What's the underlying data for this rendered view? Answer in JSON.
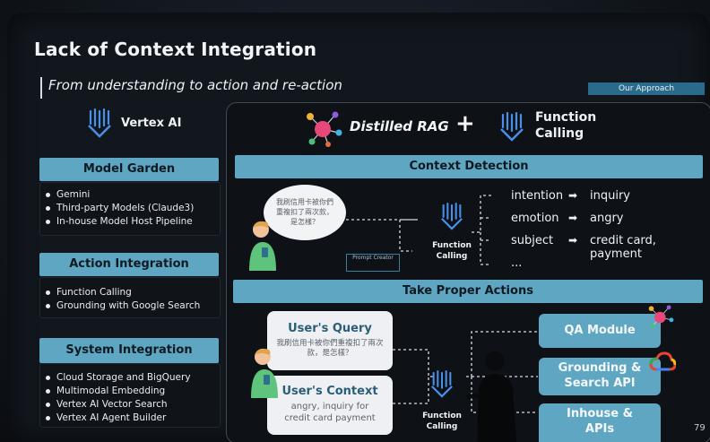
{
  "slide": {
    "title": "Lack of Context Integration",
    "subtitle": "From understanding to action and re-action",
    "page_number": "79"
  },
  "left_column": {
    "logo_label": "Vertex AI",
    "sections": [
      {
        "heading": "Model Garden",
        "items": [
          "Gemini",
          "Third-party Models (Claude3)",
          "In-house Model Host Pipeline"
        ]
      },
      {
        "heading": "Action Integration",
        "items": [
          "Function Calling",
          "Grounding with Google Search"
        ]
      },
      {
        "heading": "System Integration",
        "items": [
          "Cloud Storage and BigQuery",
          "Multimodal Embedding",
          "Vertex AI Vector Search",
          "Vertex AI Agent Builder"
        ]
      }
    ]
  },
  "approach": {
    "tag": "Our Approach",
    "distilled_rag": "Distilled RAG",
    "plus": "+",
    "function_calling": "Function Calling",
    "context_detection": {
      "bar_label": "Context Detection",
      "bubble_text": "我刷信用卡被你們重複扣了兩次款，是怎樣？",
      "prompt_label": "Prompt Creator",
      "fc_label": "Function Calling",
      "attributes": [
        {
          "key": "intention",
          "value": "inquiry"
        },
        {
          "key": "emotion",
          "value": "angry"
        },
        {
          "key": "subject",
          "value": "credit card, payment"
        },
        {
          "key": "...",
          "value": ""
        }
      ]
    },
    "take_actions": {
      "bar_label": "Take Proper Actions",
      "query_card": {
        "heading": "User's Query",
        "body": "我刷信用卡被你們重複扣了兩次款，是怎樣？"
      },
      "context_card": {
        "heading": "User's Context",
        "body": "angry, inquiry for credit card payment"
      },
      "fc_label": "Function Calling",
      "actions": [
        "QA Module",
        "Grounding & Search API",
        "Inhouse & APIs"
      ]
    }
  },
  "colors": {
    "accent": "#5fa6c2",
    "background": "#12171e",
    "card": "#eef0f3"
  }
}
